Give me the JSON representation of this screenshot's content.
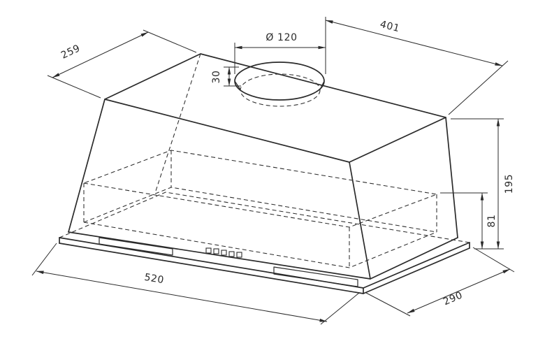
{
  "drawing": {
    "subject": "built-in cooker hood isometric dimension drawing",
    "colors": {
      "line": "#2b2b2b",
      "background": "#ffffff"
    },
    "dimensions": {
      "duct_diameter": "Ø 120",
      "top_length": "401",
      "top_depth": "259",
      "collar_height": "30",
      "overall_height": "195",
      "lower_height": "81",
      "overall_width": "520",
      "overall_depth": "290"
    }
  }
}
